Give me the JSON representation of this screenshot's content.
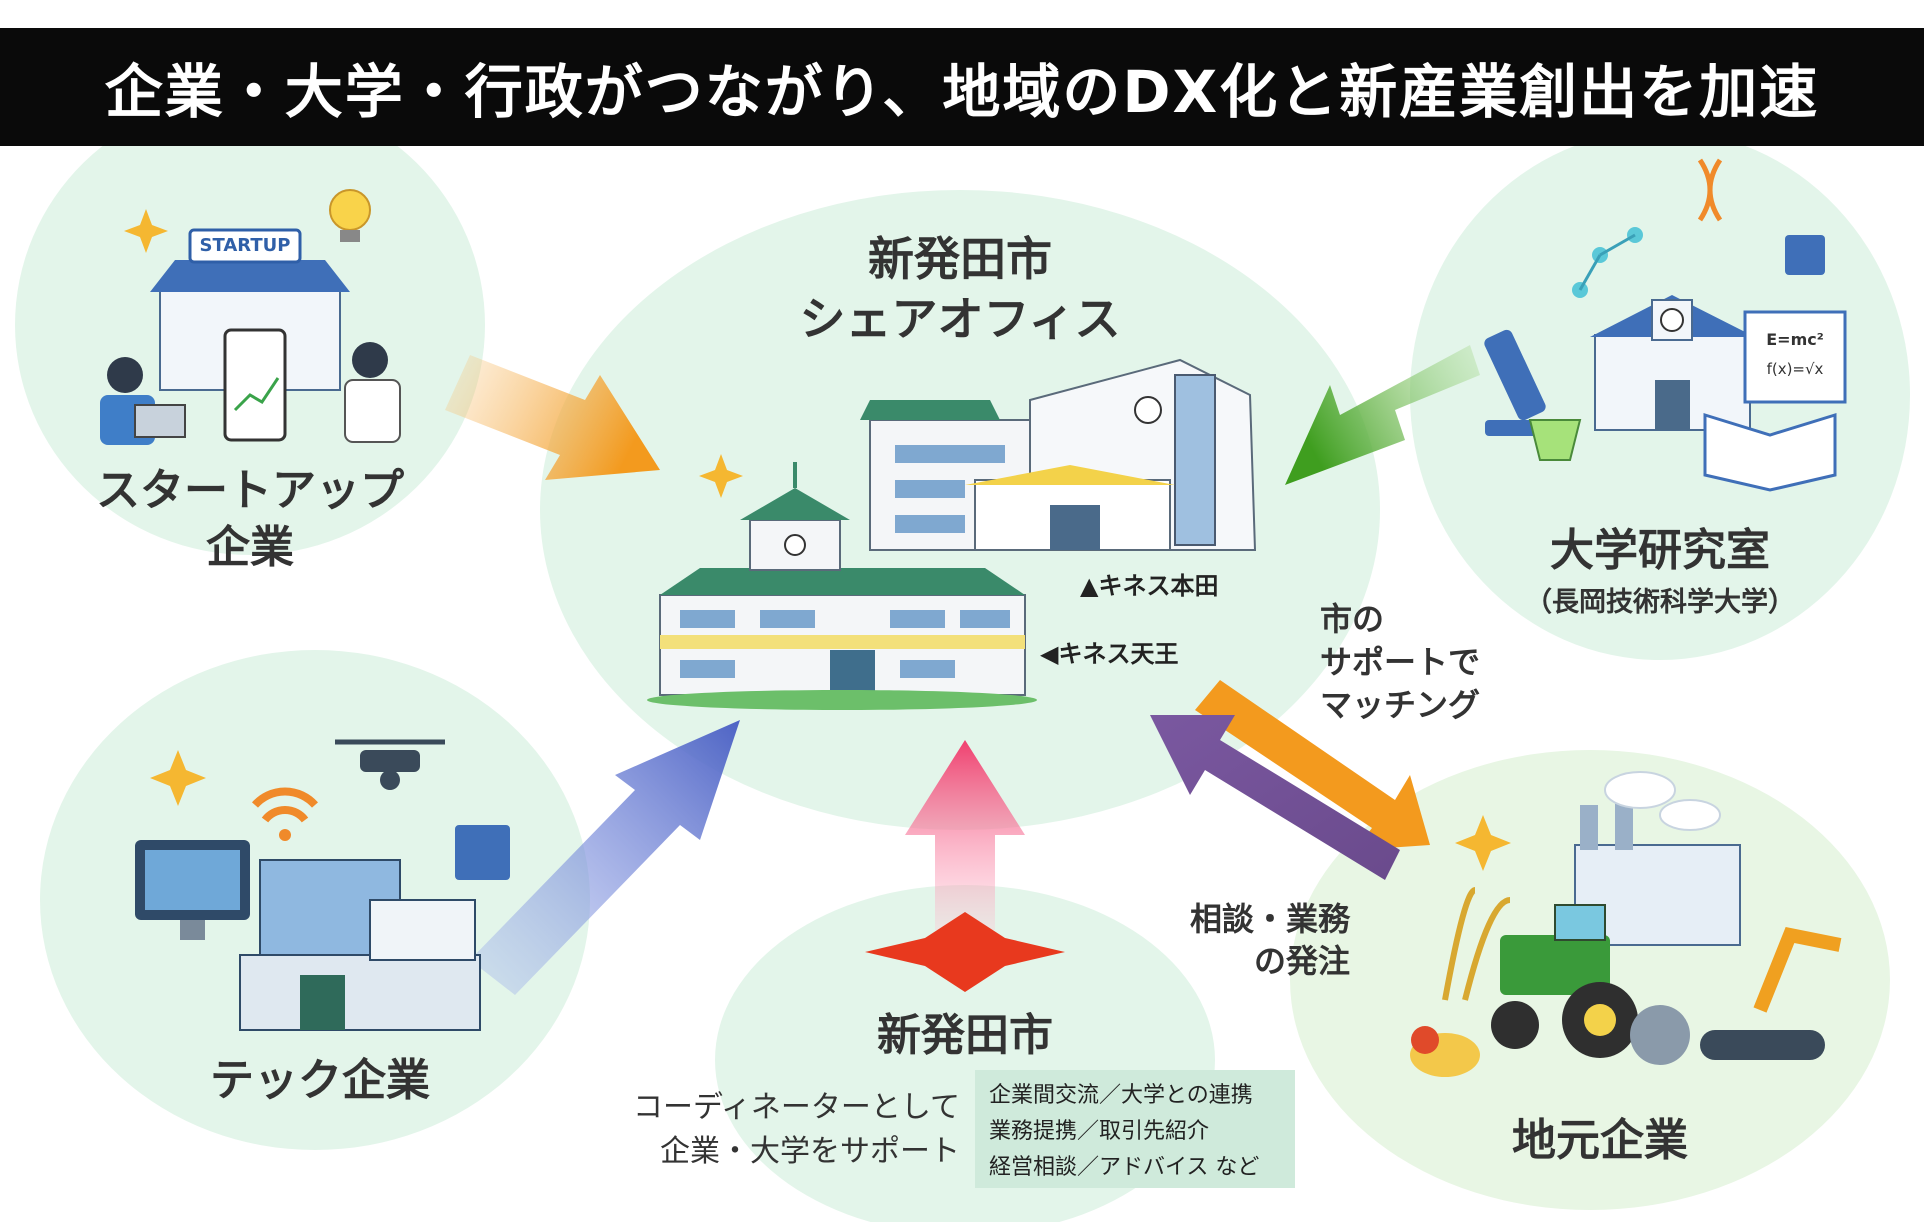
{
  "title": "企業・大学・行政がつながり、地域のDX化と新産業創出を加速",
  "center": {
    "label_line1": "新発田市",
    "label_line2": "シェアオフィス",
    "building1": "▲キネス本田",
    "building2": "◀キネス天王"
  },
  "startup": {
    "label_line1": "スタートアップ",
    "label_line2": "企業",
    "sign": "STARTUP"
  },
  "university": {
    "label": "大学研究室",
    "sub": "（長岡技術科学大学）",
    "board1": "E=mc²",
    "board2": "f(x)=√x"
  },
  "tech": {
    "label": "テック企業"
  },
  "local": {
    "label": "地元企業"
  },
  "city": {
    "label": "新発田市",
    "coord_line1": "コーディネーターとして",
    "coord_line2": "企業・大学をサポート",
    "box_items": [
      "企業間交流／大学との連携",
      "業務提携／取引先紹介",
      "経営相談／アドバイス など"
    ]
  },
  "matching_text": {
    "line1": "市の",
    "line2": "サポートで",
    "line3": "マッチング"
  },
  "consult_text": {
    "line1": "相談・業務",
    "line2": "の発注"
  },
  "colors": {
    "bubble": "#e3f5ea",
    "arrow_startup": "#f39a1e",
    "arrow_university": "#4aa82a",
    "arrow_tech": "#5a6fc9",
    "arrow_city": "#f0507a",
    "arrow_matching": "#f39a1e",
    "arrow_consult": "#6a4a8c",
    "diamond": "#e8391e"
  }
}
